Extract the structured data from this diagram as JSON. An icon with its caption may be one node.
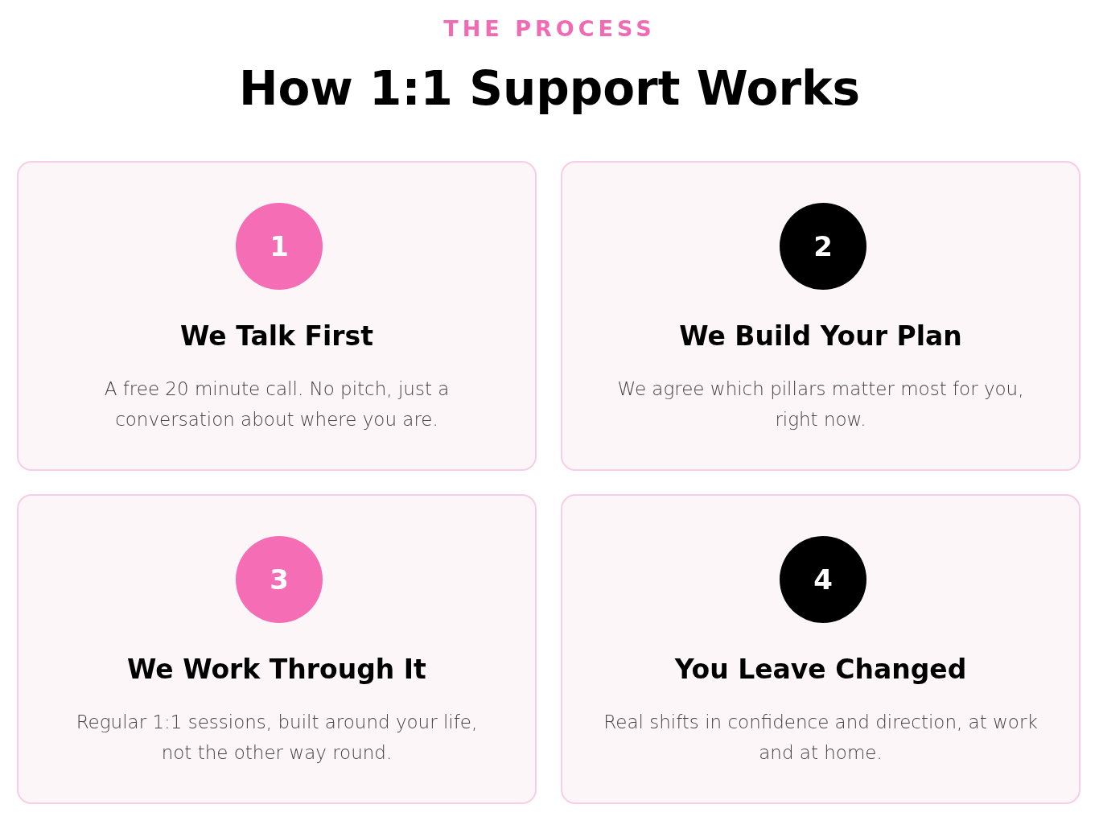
{
  "diagram": {
    "title": "How 1:1 Support Works",
    "nodes": [
      {
        "text": [
          "We Talk First",
          "A free 20 minute call. No pitch, just a conversation about where you are."
        ]
      },
      {
        "text": [
          "1"
        ],
        "in": 0
      },
      {
        "text": [
          "We Build Your Plan",
          "We agree which pillars matter most for you, right now."
        ]
      },
      {
        "text": [
          "2"
        ],
        "in": 2
      },
      {
        "text": [
          "We Work Through It",
          "Regular 1:1 sessions, built around your life, not the other way round."
        ]
      },
      {
        "text": [
          "3"
        ],
        "in": 4
      },
      {
        "text": [
          "You Leave Changed",
          "Real shifts in confidence and direction, at work and at home."
        ]
      },
      {
        "text": [
          "4"
        ],
        "in": 6
      }
    ],
    "labels": [
      "THE PROCESS"
    ]
  }
}
